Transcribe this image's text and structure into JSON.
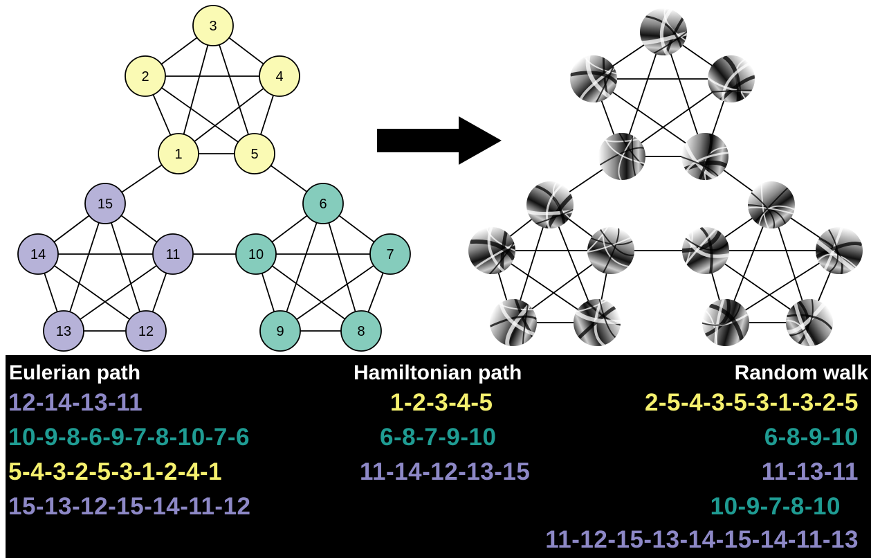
{
  "colors": {
    "yellow": "#fafab4",
    "purple": "#b6b2d8",
    "teal": "#85ccbc",
    "text_yellow": "#f5f06e",
    "text_teal": "#1f9c93",
    "text_purple": "#8d88c6",
    "background": "#000000",
    "heading": "#ffffff"
  },
  "graph": {
    "nodes": [
      {
        "id": "1",
        "label": "1",
        "group": "yellow"
      },
      {
        "id": "2",
        "label": "2",
        "group": "yellow"
      },
      {
        "id": "3",
        "label": "3",
        "group": "yellow"
      },
      {
        "id": "4",
        "label": "4",
        "group": "yellow"
      },
      {
        "id": "5",
        "label": "5",
        "group": "yellow"
      },
      {
        "id": "6",
        "label": "6",
        "group": "teal"
      },
      {
        "id": "7",
        "label": "7",
        "group": "teal"
      },
      {
        "id": "8",
        "label": "8",
        "group": "teal"
      },
      {
        "id": "9",
        "label": "9",
        "group": "teal"
      },
      {
        "id": "10",
        "label": "10",
        "group": "teal"
      },
      {
        "id": "11",
        "label": "11",
        "group": "purple"
      },
      {
        "id": "12",
        "label": "12",
        "group": "purple"
      },
      {
        "id": "13",
        "label": "13",
        "group": "purple"
      },
      {
        "id": "14",
        "label": "14",
        "group": "purple"
      },
      {
        "id": "15",
        "label": "15",
        "group": "purple"
      }
    ],
    "edges": [
      [
        "1",
        "2"
      ],
      [
        "1",
        "3"
      ],
      [
        "1",
        "4"
      ],
      [
        "1",
        "5"
      ],
      [
        "2",
        "3"
      ],
      [
        "2",
        "4"
      ],
      [
        "2",
        "5"
      ],
      [
        "3",
        "4"
      ],
      [
        "3",
        "5"
      ],
      [
        "4",
        "5"
      ],
      [
        "6",
        "7"
      ],
      [
        "6",
        "8"
      ],
      [
        "6",
        "9"
      ],
      [
        "6",
        "10"
      ],
      [
        "7",
        "8"
      ],
      [
        "7",
        "9"
      ],
      [
        "7",
        "10"
      ],
      [
        "8",
        "9"
      ],
      [
        "8",
        "10"
      ],
      [
        "9",
        "10"
      ],
      [
        "11",
        "12"
      ],
      [
        "11",
        "13"
      ],
      [
        "11",
        "14"
      ],
      [
        "11",
        "15"
      ],
      [
        "12",
        "13"
      ],
      [
        "12",
        "14"
      ],
      [
        "12",
        "15"
      ],
      [
        "13",
        "14"
      ],
      [
        "13",
        "15"
      ],
      [
        "14",
        "15"
      ],
      [
        "1",
        "15"
      ],
      [
        "5",
        "6"
      ],
      [
        "10",
        "11"
      ]
    ]
  },
  "paths": {
    "eulerian": {
      "heading": "Eulerian path",
      "items": [
        {
          "text": "12-14-13-11",
          "color": "purple"
        },
        {
          "text": "10-9-8-6-9-7-8-10-7-6",
          "color": "teal"
        },
        {
          "text": "5-4-3-2-5-3-1-2-4-1",
          "color": "yellow"
        },
        {
          "text": "15-13-12-15-14-11-12",
          "color": "purple"
        }
      ]
    },
    "hamiltonian": {
      "heading": "Hamiltonian path",
      "items": [
        {
          "text": "1-2-3-4-5",
          "color": "yellow"
        },
        {
          "text": "6-8-7-9-10",
          "color": "teal"
        },
        {
          "text": "11-14-12-13-15",
          "color": "purple"
        }
      ]
    },
    "random": {
      "heading": "Random walk",
      "items": [
        {
          "text": "2-5-4-3-5-3-1-3-2-5",
          "color": "yellow"
        },
        {
          "text": "6-8-9-10",
          "color": "teal"
        },
        {
          "text": "11-13-11",
          "color": "purple"
        },
        {
          "text": "10-9-7-8-10",
          "color": "teal"
        },
        {
          "text": "11-12-15-13-14-15-14-11-13",
          "color": "purple"
        }
      ]
    }
  }
}
